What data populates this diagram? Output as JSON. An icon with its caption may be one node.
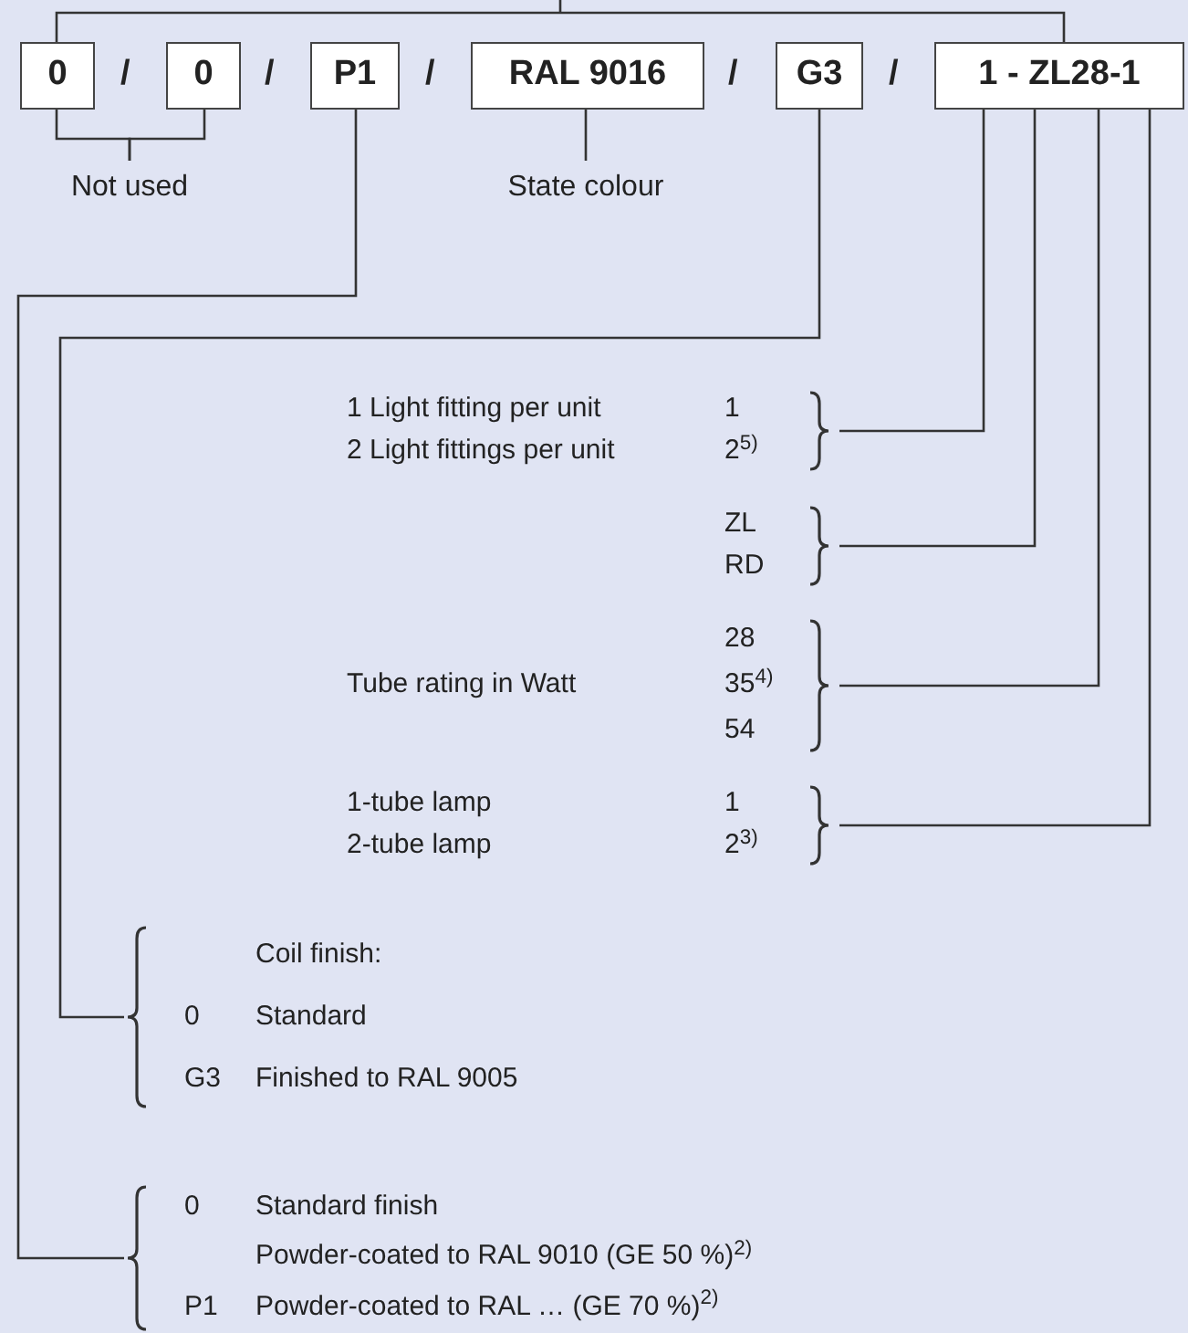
{
  "diagram": {
    "nodes": [
      {
        "text": [
          "0"
        ]
      },
      {
        "text": [
          "0"
        ]
      },
      {
        "text": [
          "P1"
        ]
      },
      {
        "text": [
          "RAL 9016"
        ]
      },
      {
        "text": [
          "G3"
        ]
      },
      {
        "text": [
          "1 - ZL28-1"
        ]
      },
      {
        "text": [
          "Not used"
        ]
      },
      {
        "text": [
          "State colour"
        ]
      },
      {
        "text": [
          "1 Light fitting per unit",
          "1",
          "2 Light fittings per unit",
          "2$^{5)}$"
        ]
      },
      {
        "text": [
          "ZL",
          "RD"
        ]
      },
      {
        "text": [
          "Tube rating in Watt",
          "28",
          "35$^{4)}$",
          "54"
        ]
      },
      {
        "text": [
          "1-tube lamp",
          "1",
          "2-tube lamp",
          "2$^{3)}$"
        ]
      },
      {
        "text": [
          "Coil finish:",
          "0",
          "Standard",
          "G3",
          "Finished to RAL 9005"
        ]
      },
      {
        "text": [
          "0",
          "Standard finish",
          "Powder-coated to RAL 9010 (GE 50 %)$^{2)}$",
          "P1",
          "Powder-coated to RAL … (GE 70 %)$^{2)}$"
        ]
      }
    ],
    "edges": [
      {
        "from": 0,
        "to": 6,
        "arrow": "none"
      },
      {
        "from": 1,
        "to": 6,
        "arrow": "none"
      },
      {
        "from": 3,
        "to": 7,
        "arrow": "none"
      },
      {
        "from": 5,
        "to": 8,
        "arrow": "none"
      },
      {
        "from": 5,
        "to": 9,
        "arrow": "none"
      },
      {
        "from": 5,
        "to": 10,
        "arrow": "none"
      },
      {
        "from": 5,
        "to": 11,
        "arrow": "none"
      },
      {
        "from": 4,
        "to": 12,
        "arrow": "none"
      },
      {
        "from": 2,
        "to": 13,
        "arrow": "none"
      }
    ],
    "labels": [
      "/",
      "/",
      "/",
      "/",
      "/"
    ]
  }
}
